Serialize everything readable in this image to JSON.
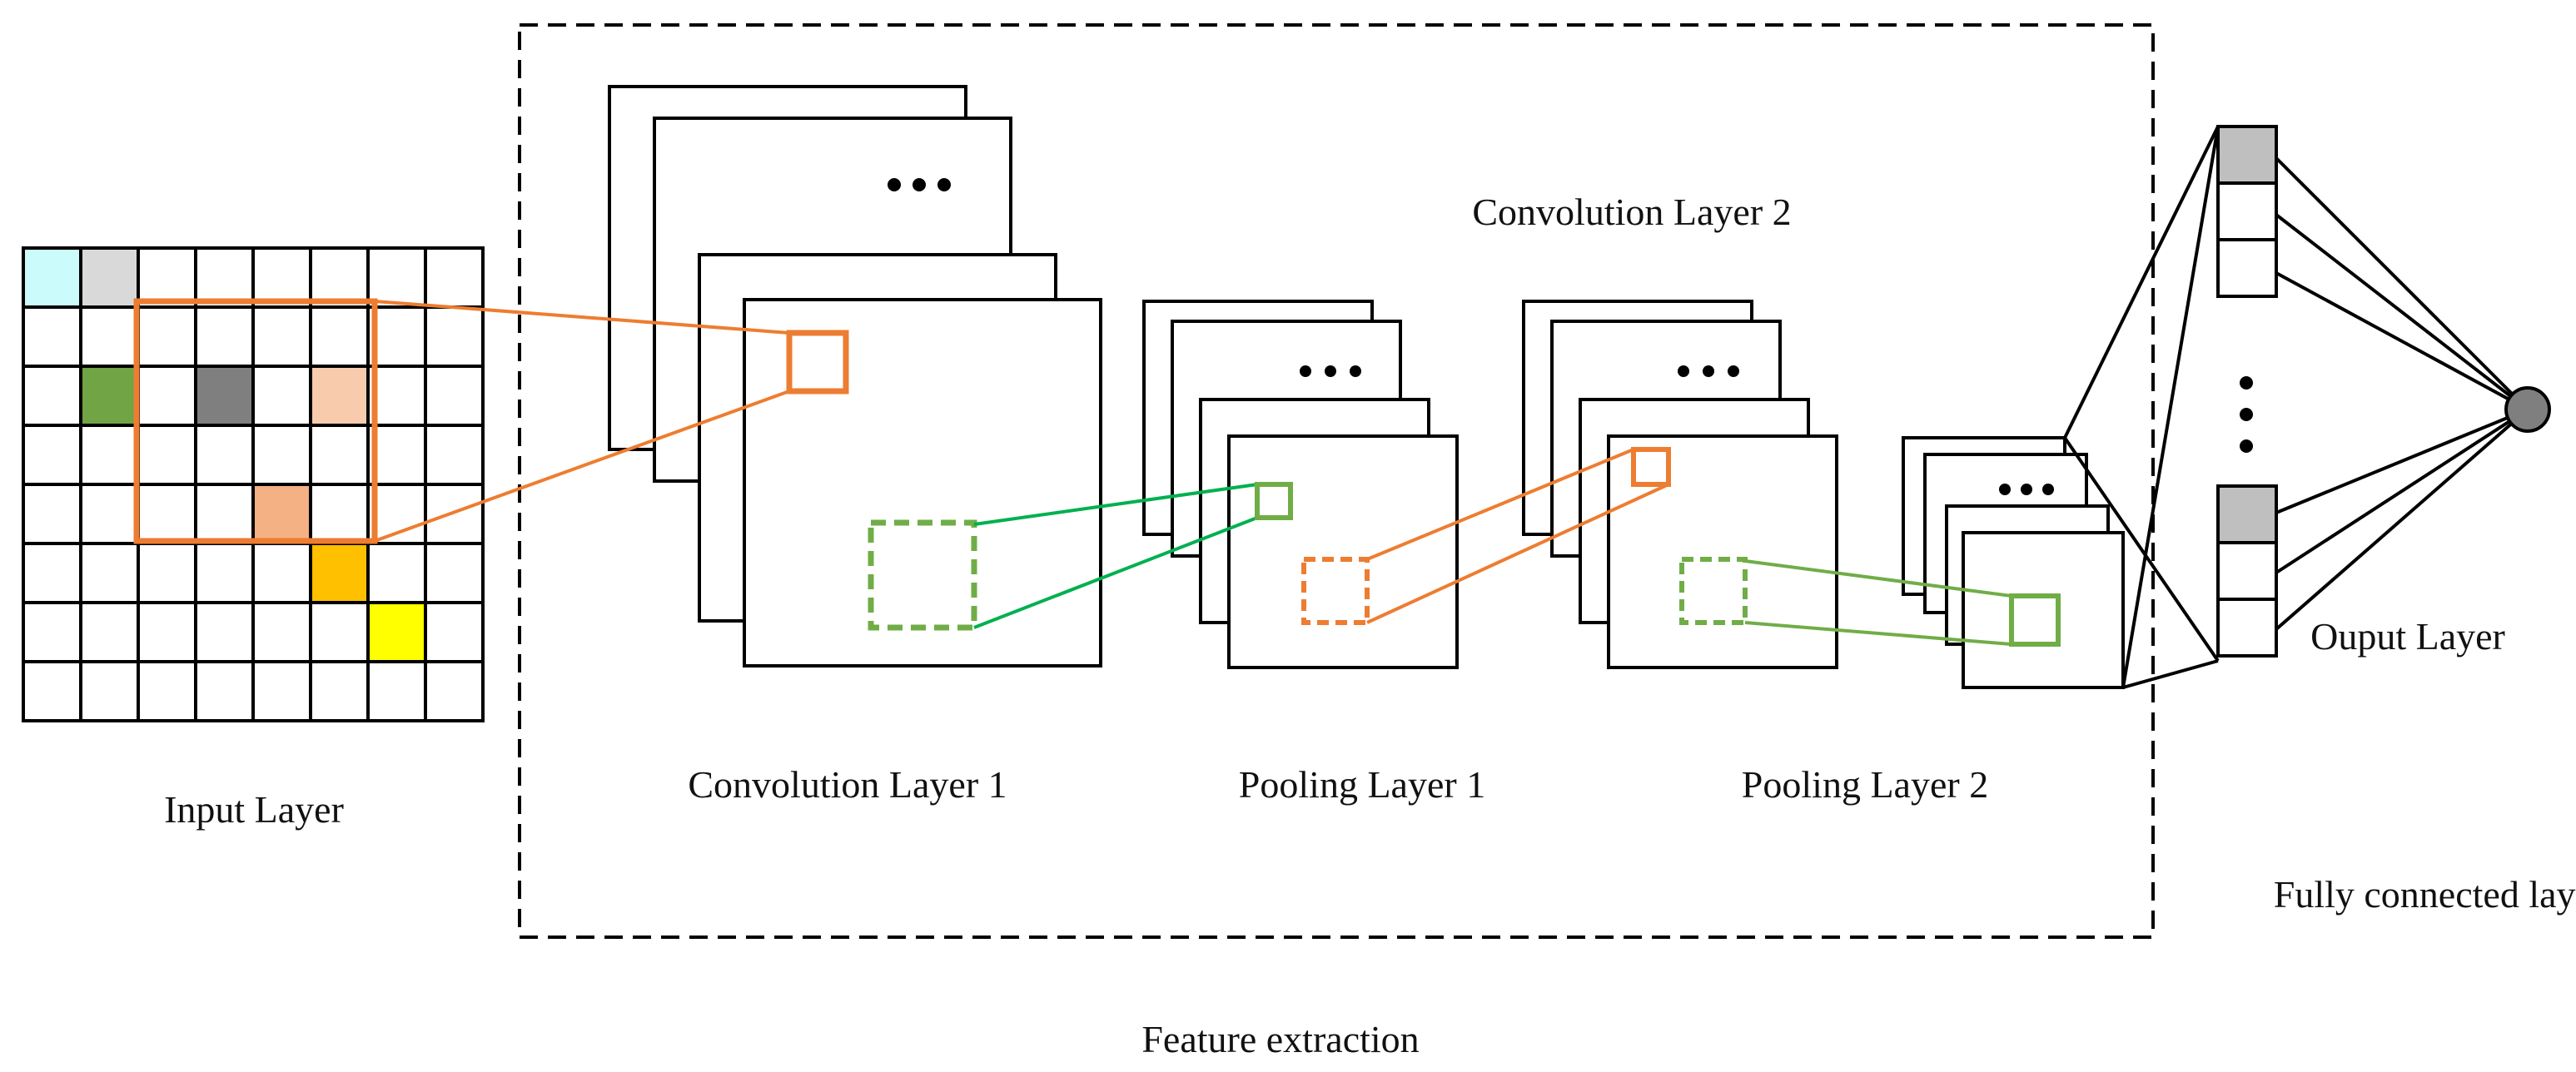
{
  "labels": {
    "input_layer": "Input Layer",
    "convolution_layer_1": "Convolution Layer 1",
    "pooling_layer_1": "Pooling Layer 1",
    "convolution_layer_2": "Convolution Layer 2",
    "pooling_layer_2": "Pooling Layer 2",
    "output_layer": "Ouput Layer",
    "fully_connected_layer": "Fully connected layer",
    "feature_extraction": "Feature extraction"
  },
  "input_grid": {
    "rows": 8,
    "cols": 8,
    "colored_cells": [
      {
        "row": 0,
        "col": 0,
        "color": "#ccfbfc"
      },
      {
        "row": 0,
        "col": 1,
        "color": "#d9d9d9"
      },
      {
        "row": 2,
        "col": 1,
        "color": "#70a444"
      },
      {
        "row": 2,
        "col": 3,
        "color": "#7f7f7f"
      },
      {
        "row": 2,
        "col": 5,
        "color": "#f8cbad"
      },
      {
        "row": 4,
        "col": 4,
        "color": "#f4b183"
      },
      {
        "row": 5,
        "col": 5,
        "color": "#ffc000"
      },
      {
        "row": 6,
        "col": 6,
        "color": "#ffff00"
      }
    ]
  },
  "output_cells": {
    "top_group": [
      "#bfbfbf",
      "#ffffff",
      "#ffffff"
    ],
    "bottom_group": [
      "#bfbfbf",
      "#ffffff",
      "#ffffff"
    ]
  },
  "colors": {
    "orange": "#ed7d31",
    "green": "#70ad47",
    "bright_green": "#00b050",
    "outline": "#000000",
    "output_node": "#7f7f7f"
  },
  "icons": {
    "ellipsis": "ellipsis-icon",
    "vertical_ellipsis": "vertical-ellipsis-icon"
  }
}
